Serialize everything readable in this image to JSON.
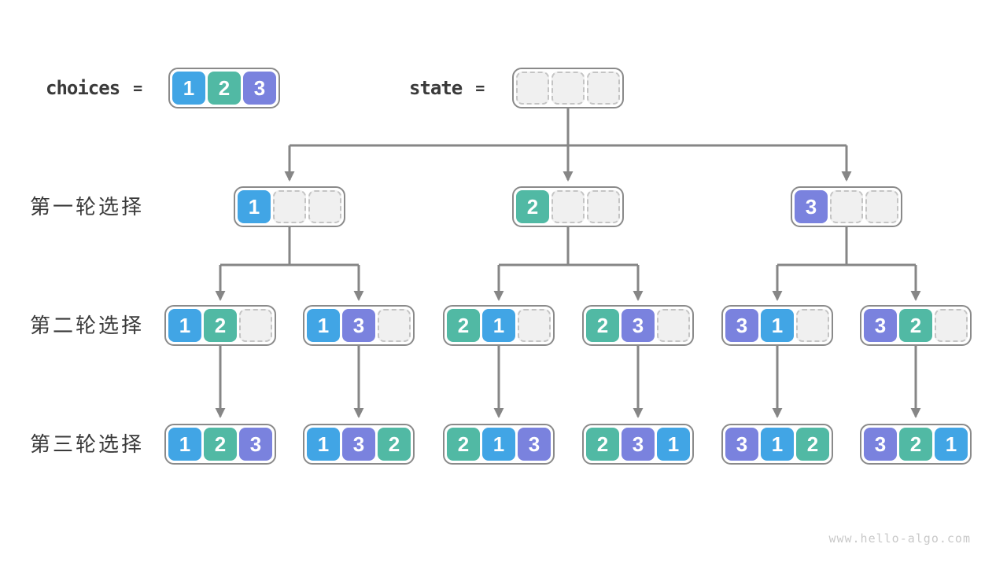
{
  "header": {
    "choices_label": "choices",
    "state_label": "state",
    "equals": "="
  },
  "choices": [
    "1",
    "2",
    "3"
  ],
  "state": [
    "",
    "",
    ""
  ],
  "rows": [
    {
      "label": "第一轮选择",
      "boxes": [
        [
          "1",
          "",
          ""
        ],
        [
          "2",
          "",
          ""
        ],
        [
          "3",
          "",
          ""
        ]
      ]
    },
    {
      "label": "第二轮选择",
      "boxes": [
        [
          "1",
          "2",
          ""
        ],
        [
          "1",
          "3",
          ""
        ],
        [
          "2",
          "1",
          ""
        ],
        [
          "2",
          "3",
          ""
        ],
        [
          "3",
          "1",
          ""
        ],
        [
          "3",
          "2",
          ""
        ]
      ]
    },
    {
      "label": "第三轮选择",
      "boxes": [
        [
          "1",
          "2",
          "3"
        ],
        [
          "1",
          "3",
          "2"
        ],
        [
          "2",
          "1",
          "3"
        ],
        [
          "2",
          "3",
          "1"
        ],
        [
          "3",
          "1",
          "2"
        ],
        [
          "3",
          "2",
          "1"
        ]
      ]
    }
  ],
  "watermark": "www.hello-algo.com",
  "colors": {
    "1": "#41A5E5",
    "2": "#51B9A4",
    "3": "#7A82DE",
    "arrow": "#868686",
    "box_border": "#8A8A8A",
    "empty_fill": "#F0F0F0",
    "empty_border": "#C4C4C4",
    "label_text": "#3A3A3A",
    "watermark": "#C9C9C9"
  }
}
